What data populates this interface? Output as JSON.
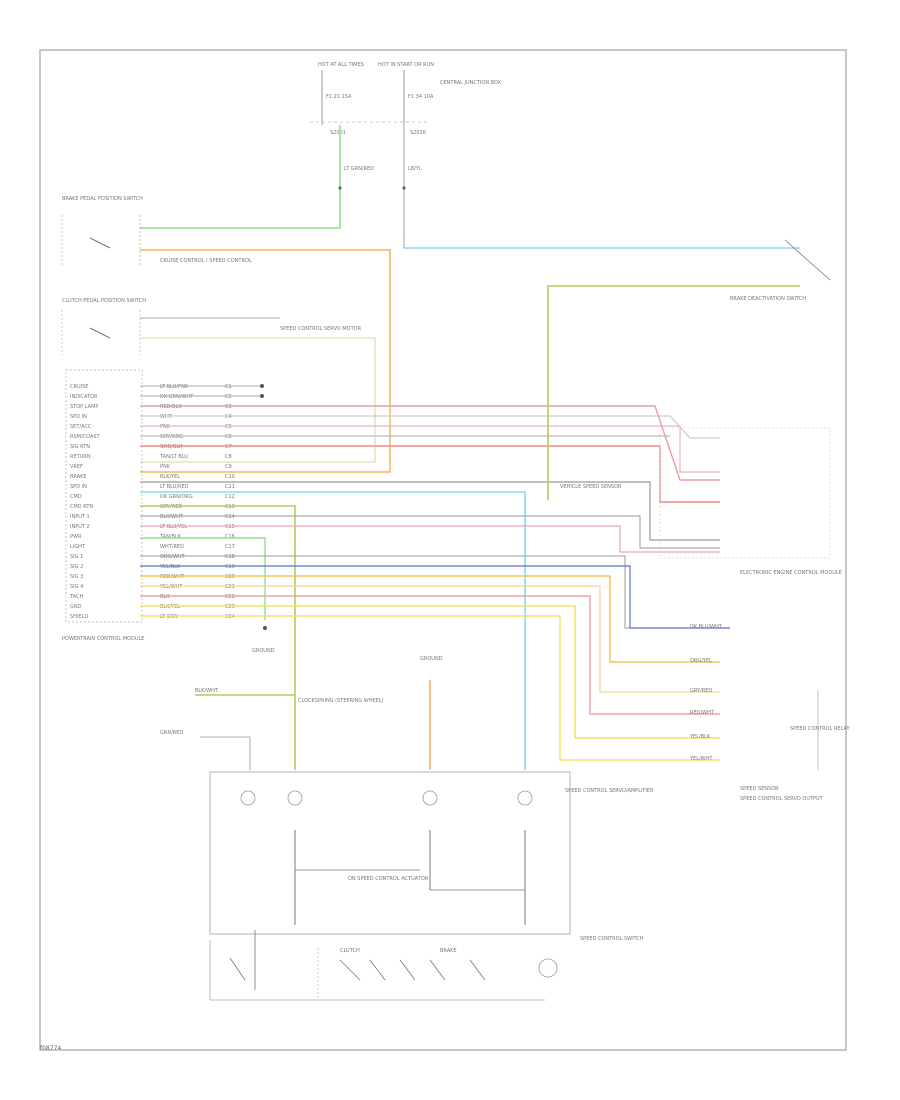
{
  "footer_code": "f08774",
  "top": {
    "hot_left": "HOT AT ALL TIMES",
    "hot_right": "HOT IN START OR RUN",
    "panel": "CENTRAL JUNCTION BOX",
    "fuse_left": "F1.21 15A",
    "fuse_right": "F1.34 10A",
    "splice_left": "S2001",
    "splice_right": "S2026",
    "wire_left": "LT GRN/RED",
    "wire_right": "LB/YL"
  },
  "clockspring": "CLOCKSPRING (STEERING WHEEL)",
  "left_labels": {
    "brake_switch": "BRAKE PEDAL POSITION SWITCH",
    "clutch_switch": "CLUTCH PEDAL POSITION SWITCH",
    "pcm": "POWERTRAIN CONTROL MODULE",
    "ground": "GROUND",
    "cruise_splice": "CRUISE CONTROL / SPEED CONTROL",
    "module_note": "SPEED CONTROL SERVO MOTOR"
  },
  "connector_pins": [
    "CRUISE",
    "INDICATOR",
    "STOP LAMP",
    "SPD IN",
    "SET/ACC",
    "RSM/COAST",
    "SIG RTN",
    "RETURN",
    "VREF",
    "BRAKE",
    "SPD IN",
    "CMD",
    "CMD RTN",
    "INPUT 1",
    "INPUT 2",
    "PWR",
    "LIGHT",
    "SIG 1",
    "SIG 2",
    "SIG 3",
    "SIG 4",
    "TACH",
    "GND",
    "SHIELD"
  ],
  "wire_labels": [
    "LT BLU/PNK",
    "DK GRN/WHT",
    "RED/BLK",
    "WHT",
    "PNK",
    "GRY/ORG",
    "ORG/BLK",
    "TAN/LT BLU",
    "PNK",
    "BLK/YEL",
    "LT BLU/RED",
    "DK GRN/ORG",
    "GRY/RED",
    "BLK/WHT",
    "LT BLU/YEL",
    "TAN/BLK",
    "WHT/RED",
    "ORG/WHT",
    "YEL/BLK",
    "RED/WHT",
    "YEL/WHT",
    "BLK",
    "BLK/YEL",
    "LT GRN"
  ],
  "wire_circuits": [
    "C1",
    "C2",
    "C3",
    "C4",
    "C5",
    "C6",
    "C7",
    "C8",
    "C9",
    "C10",
    "C11",
    "C12",
    "C13",
    "C14",
    "C15",
    "C16",
    "C17",
    "C18",
    "C19",
    "C20",
    "C21",
    "C22",
    "C23",
    "C24"
  ],
  "right_labels": {
    "brake_deact": "BRAKE DEACTIVATION SWITCH",
    "speed_sensor": "VEHICLE SPEED SENSOR",
    "ecm": "ELECTRONIC ENGINE CONTROL MODULE",
    "rel_a": "SPEED CONTROL RELAY",
    "sensor": "SPEED SENSOR",
    "output": "SPEED CONTROL SERVO OUTPUT",
    "wires": [
      "DK BLU/WHT",
      "ORG/YEL",
      "GRY/RED",
      "RED/WHT",
      "YEL/BLK",
      "YEL/WHT"
    ]
  },
  "bottom": {
    "servo_module": "SPEED CONTROL SERVO/AMPLIFIER",
    "sensor_note": "ON SPEED CONTROL ACTUATOR",
    "clutch": "CLUTCH",
    "brake": "BRAKE",
    "switch": "SPEED CONTROL SWITCH",
    "servo_wire_a": "BLK/WHT",
    "servo_wire_b": "GRN/RED",
    "ground_label": "GROUND"
  },
  "colors": {
    "green": "#8fe08f",
    "orange": "#f5b45f",
    "cyan": "#7fe0e8",
    "yellow_green": "#b9c95e",
    "red": "#f08a8a",
    "yellow": "#f5e06a",
    "blue": "#5a6fd0",
    "gray": "#999999",
    "pink": "#f0a0c0"
  }
}
